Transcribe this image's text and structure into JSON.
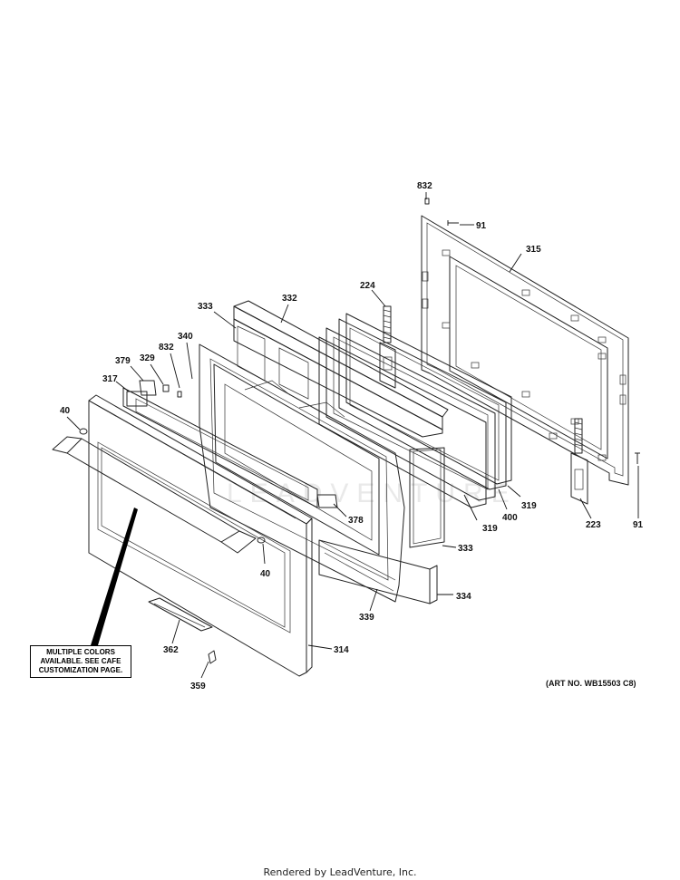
{
  "diagram": {
    "callouts": [
      {
        "id": "c832a",
        "label": "832"
      },
      {
        "id": "c91a",
        "label": "91"
      },
      {
        "id": "c315",
        "label": "315"
      },
      {
        "id": "c224",
        "label": "224"
      },
      {
        "id": "c332",
        "label": "332"
      },
      {
        "id": "c333a",
        "label": "333"
      },
      {
        "id": "c340",
        "label": "340"
      },
      {
        "id": "c832b",
        "label": "832"
      },
      {
        "id": "c379",
        "label": "379"
      },
      {
        "id": "c329",
        "label": "329"
      },
      {
        "id": "c317",
        "label": "317"
      },
      {
        "id": "c40a",
        "label": "40"
      },
      {
        "id": "c40b",
        "label": "40"
      },
      {
        "id": "c378",
        "label": "378"
      },
      {
        "id": "c333b",
        "label": "333"
      },
      {
        "id": "c319a",
        "label": "319"
      },
      {
        "id": "c400",
        "label": "400"
      },
      {
        "id": "c319b",
        "label": "319"
      },
      {
        "id": "c223",
        "label": "223"
      },
      {
        "id": "c91b",
        "label": "91"
      },
      {
        "id": "c334",
        "label": "334"
      },
      {
        "id": "c339",
        "label": "339"
      },
      {
        "id": "c314",
        "label": "314"
      },
      {
        "id": "c362",
        "label": "362"
      },
      {
        "id": "c359",
        "label": "359"
      }
    ],
    "note_lines": [
      "MULTIPLE COLORS",
      "AVAILABLE. SEE CAFE",
      "CUSTOMIZATION PAGE."
    ],
    "art_number": "(ART NO. WB15503 C8)",
    "watermark": "LEADVENTURE"
  },
  "footer": "Rendered by LeadVenture, Inc."
}
